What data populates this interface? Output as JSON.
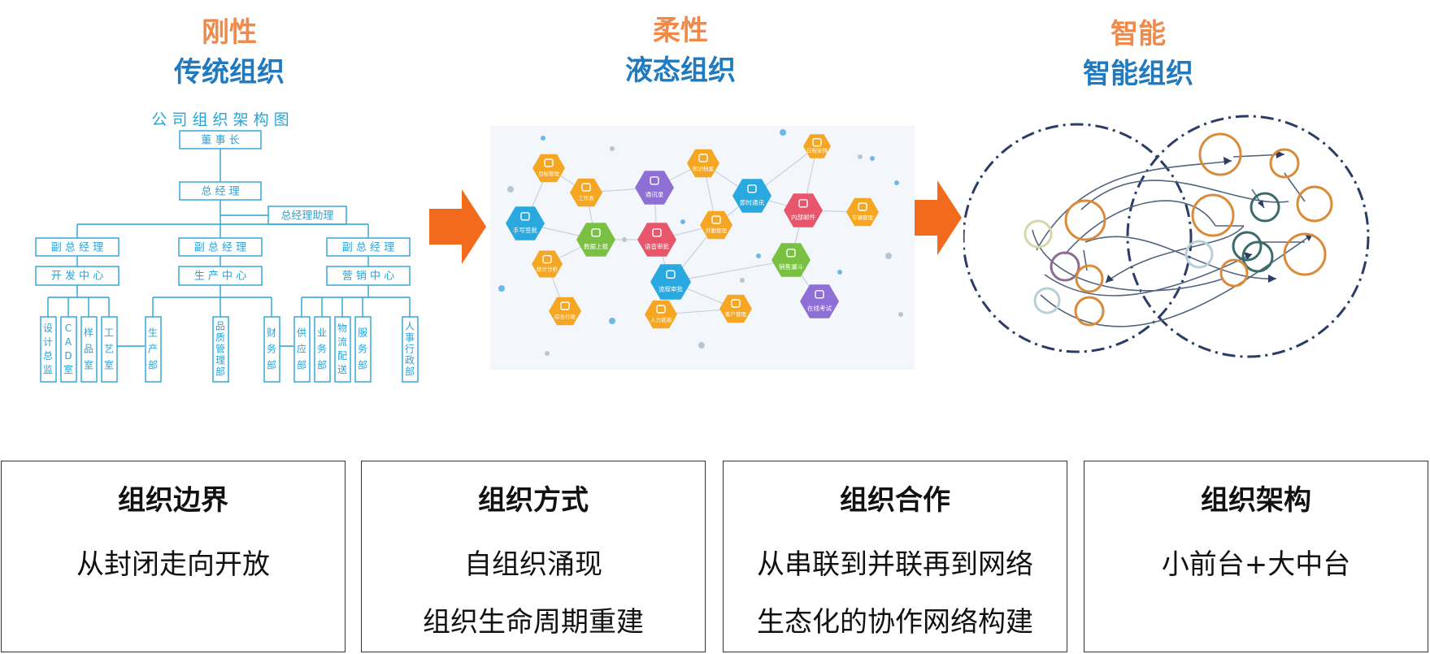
{
  "columns": [
    {
      "top": "刚性",
      "sub": "传统组织"
    },
    {
      "top": "柔性",
      "sub": "液态组织"
    },
    {
      "top": "智能",
      "sub": "智能组织"
    }
  ],
  "orgchart": {
    "title": "公 司 组 织 架 构 图",
    "chairman": "董 事 长",
    "gm": "总 经 理",
    "assistant": "总经理助理",
    "vps": [
      "副 总 经 理",
      "副 总 经 理",
      "副 总 经 理"
    ],
    "centers": [
      "开 发 中 心",
      "生 产 中 心",
      "营 销 中 心"
    ],
    "depts": [
      "设计总监",
      "CAD室",
      "样品室",
      "工艺室",
      "生产部",
      "品质管理部",
      "财务部",
      "供应部",
      "业务部",
      "物流配送",
      "服务部",
      "人事行政部"
    ]
  },
  "network": {
    "nodes": [
      "目标管理",
      "工作表",
      "通讯录",
      "知识档案",
      "即时通讯",
      "日程安排",
      "手写签批",
      "数据上报",
      "语音审批",
      "外勤管理",
      "内部邮件",
      "车辆管理",
      "统计分析",
      "流程审批",
      "销售漏斗",
      "综合行政",
      "人力资源",
      "客户管理",
      "在线考试"
    ]
  },
  "cards": [
    {
      "title": "组织边界",
      "lines": [
        "从封闭走向开放"
      ]
    },
    {
      "title": "组织方式",
      "lines": [
        "自组织涌现",
        "组织生命周期重建"
      ]
    },
    {
      "title": "组织合作",
      "lines": [
        "从串联到并联再到网络",
        "生态化的协作网络构建"
      ]
    },
    {
      "title": "组织架构",
      "lines": [
        "小前台+大中台"
      ]
    }
  ],
  "colors": {
    "accent_orange": "#f08a4b",
    "accent_blue": "#1f7ac0",
    "arrow": "#f26a1b",
    "chart_line": "#29a3d6"
  }
}
